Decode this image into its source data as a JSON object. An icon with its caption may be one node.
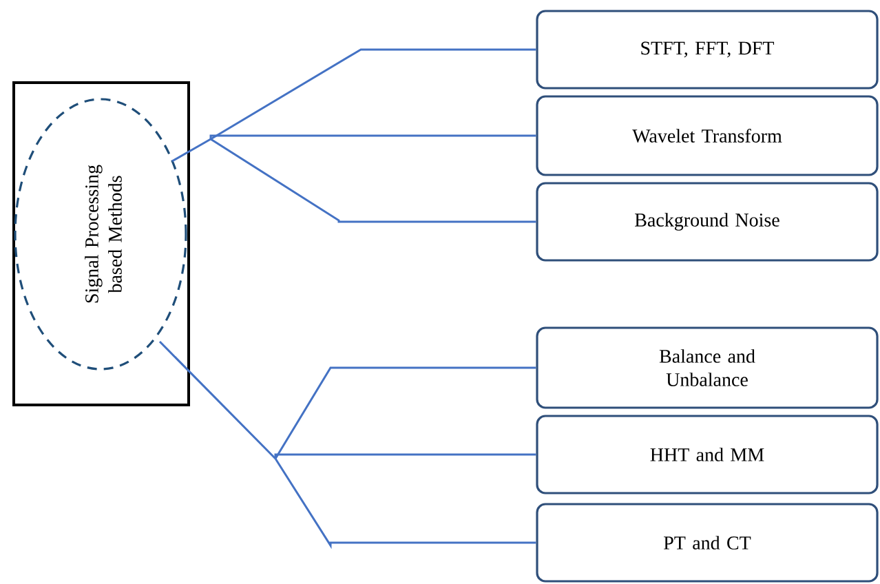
{
  "diagram": {
    "nodes": [
      {
        "text": [
          "Signal Processing based Methods"
        ]
      },
      {
        "text": [
          "STFT, FFT, DFT"
        ]
      },
      {
        "text": [
          "Wavelet Transform"
        ]
      },
      {
        "text": [
          "Background Noise"
        ]
      },
      {
        "text": [
          "Balance and Unbalance"
        ]
      },
      {
        "text": [
          "HHT and MM"
        ]
      },
      {
        "text": [
          "PT and CT"
        ]
      }
    ],
    "edges": [
      {
        "from": 0,
        "to": 1,
        "arrow": "none"
      },
      {
        "from": 0,
        "to": 2,
        "arrow": "none"
      },
      {
        "from": 0,
        "to": 3,
        "arrow": "none"
      },
      {
        "from": 0,
        "to": 4,
        "arrow": "none"
      },
      {
        "from": 0,
        "to": 5,
        "arrow": "none"
      },
      {
        "from": 0,
        "to": 6,
        "arrow": "none"
      }
    ]
  }
}
